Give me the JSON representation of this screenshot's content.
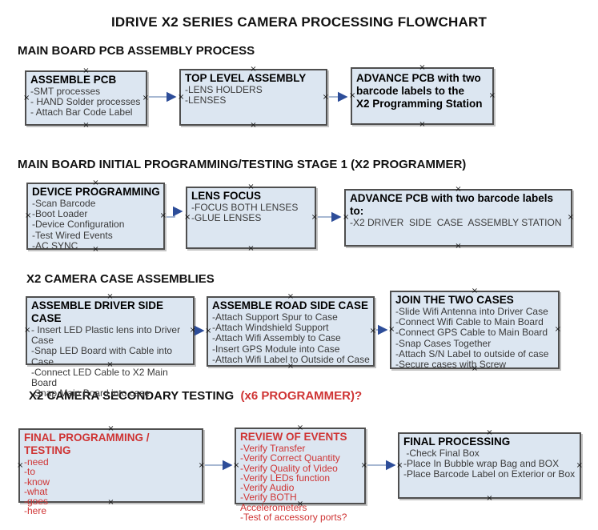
{
  "title": "IDRIVE X2  SERIES CAMERA PROCESSING FLOWCHART",
  "icons": {
    "connection_point": "×",
    "arrow_head": "▶"
  },
  "colors": {
    "box_fill": "#dce6f1",
    "box_border": "#4f4f4f",
    "arrow_line": "#8aa0c4",
    "arrow_head": "#2d4d99",
    "red_text": "#cf3434",
    "body_text": "#3a3a3a",
    "title_text": "#000000"
  },
  "sections": [
    {
      "heading": "MAIN BOARD PCB ASSEMBLY PROCESS",
      "boxes": [
        {
          "title": "ASSEMBLE PCB",
          "lines": [
            "-SMT processes",
            "- HAND Solder processes",
            "- Attach Bar Code Label"
          ]
        },
        {
          "title": "TOP LEVEL ASSEMBLY",
          "lines": [
            "-LENS HOLDERS",
            "-LENSES"
          ]
        },
        {
          "title": "ADVANCE PCB with two\nbarcode labels to the\n X2 Programming Station",
          "lines": []
        }
      ]
    },
    {
      "heading": "MAIN BOARD INITIAL PROGRAMMING/TESTING STAGE 1 (X2 PROGRAMMER)",
      "boxes": [
        {
          "title": "DEVICE PROGRAMMING",
          "lines": [
            "-Scan Barcode",
            "-Boot Loader",
            "-Device Configuration",
            "-Test Wired Events",
            "-AC SYNC"
          ]
        },
        {
          "title": "LENS FOCUS",
          "lines": [
            "-FOCUS BOTH LENSES",
            "-GLUE LENSES"
          ]
        },
        {
          "title": "ADVANCE PCB with two barcode labels to:",
          "lines": [
            "-X2 DRIVER  SIDE  CASE  ASSEMBLY STATION"
          ]
        }
      ]
    },
    {
      "heading": "X2 CAMERA CASE ASSEMBLIES",
      "boxes": [
        {
          "title": "ASSEMBLE DRIVER SIDE CASE",
          "lines": [
            "- Insert LED Plastic lens into Driver Case",
            "-Snap LED Board with Cable into Case",
            "-Connect LED Cable to X2 Main Board",
            "-Snap Main Board into case"
          ]
        },
        {
          "title": "ASSEMBLE ROAD SIDE CASE",
          "lines": [
            "-Attach Support Spur to Case",
            "-Attach Windshield Support",
            "-Attach Wifi Assembly to Case",
            "-Insert GPS Module into Case",
            "-Attach Wifi Label to Outside of Case"
          ]
        },
        {
          "title": "JOIN THE TWO CASES",
          "lines": [
            "-Slide Wifi Antenna into Driver Case",
            "-Connect Wifi Cable to Main Board",
            "-Connect GPS Cable to Main Board",
            "-Snap Cases Together",
            "-Attach S/N Label to outside of case",
            "-Secure cases with Screw"
          ]
        }
      ]
    },
    {
      "heading": "X2 CAMERA SECONDARY TESTING",
      "heading_red": "  (x6 PROGRAMMER)?",
      "boxes": [
        {
          "title": "FINAL PROGRAMMING / TESTING",
          "lines": [
            "-need",
            "-to",
            "-know",
            "-what",
            "-goes",
            "-here"
          ]
        },
        {
          "title": "REVIEW OF EVENTS",
          "lines": [
            "-Verify Transfer",
            "-Verify Correct Quantity",
            "-Verify Quality of Video",
            "-Verify LEDs function",
            "-Verify Audio",
            "-Verify BOTH Accelerometers",
            "-Test of accessory ports?"
          ]
        },
        {
          "title": "FINAL PROCESSING",
          "lines": [
            " -Check Final Box",
            "-Place In Bubble wrap Bag and BOX",
            "-Place Barcode Label on Exterior or Box"
          ]
        }
      ]
    }
  ]
}
